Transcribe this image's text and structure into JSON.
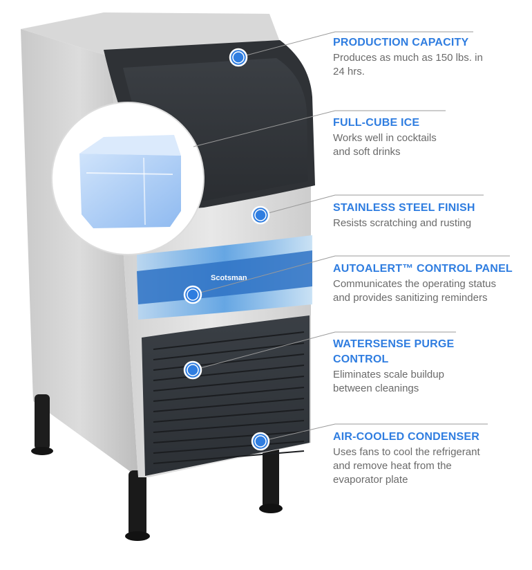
{
  "brand": "Scotsman",
  "colors": {
    "accent": "#2f7de0",
    "description": "#6a6a6a"
  },
  "features": [
    {
      "title": "PRODUCTION CAPACITY",
      "description": "Produces as much as 150 lbs. in 24 hrs."
    },
    {
      "title": "FULL-CUBE ICE",
      "description": "Works well in cocktails and soft drinks"
    },
    {
      "title": "STAINLESS STEEL FINISH",
      "description": "Resists scratching and rusting"
    },
    {
      "title": "AUTOALERT™ CONTROL PANEL",
      "description": "Communicates the operating status and provides sanitizing reminders"
    },
    {
      "title": "WATERSENSE PURGE CONTROL",
      "description": "Eliminates scale buildup between cleanings"
    },
    {
      "title": "AIR-COOLED CONDENSER",
      "description": "Uses fans to cool the refrigerant and remove heat from the evaporator plate"
    }
  ]
}
